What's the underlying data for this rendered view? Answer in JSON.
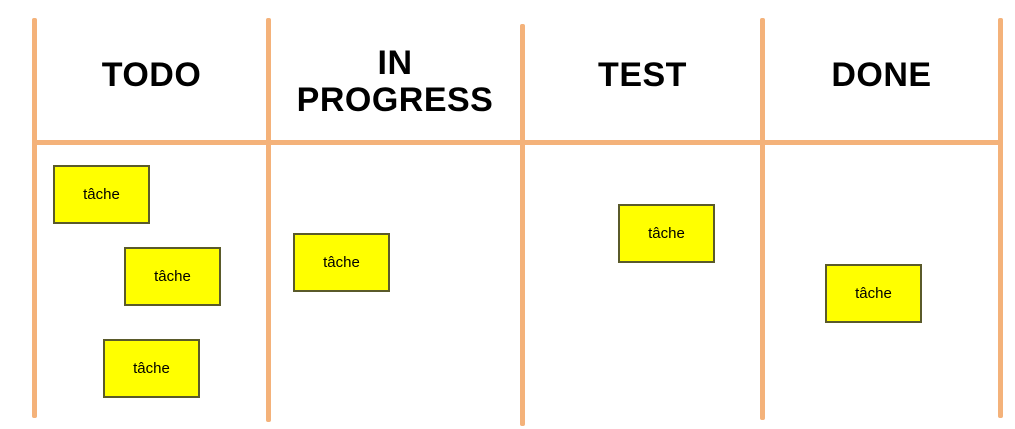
{
  "colors": {
    "line": "#f4b27a",
    "card": "#ffff00",
    "card_border": "#5a5a2a"
  },
  "columns": [
    {
      "title": "TODO",
      "cards": [
        "tâche",
        "tâche",
        "tâche"
      ]
    },
    {
      "title": "IN PROGRESS",
      "cards": [
        "tâche"
      ]
    },
    {
      "title": "TEST",
      "cards": [
        "tâche"
      ]
    },
    {
      "title": "DONE",
      "cards": [
        "tâche"
      ]
    }
  ]
}
